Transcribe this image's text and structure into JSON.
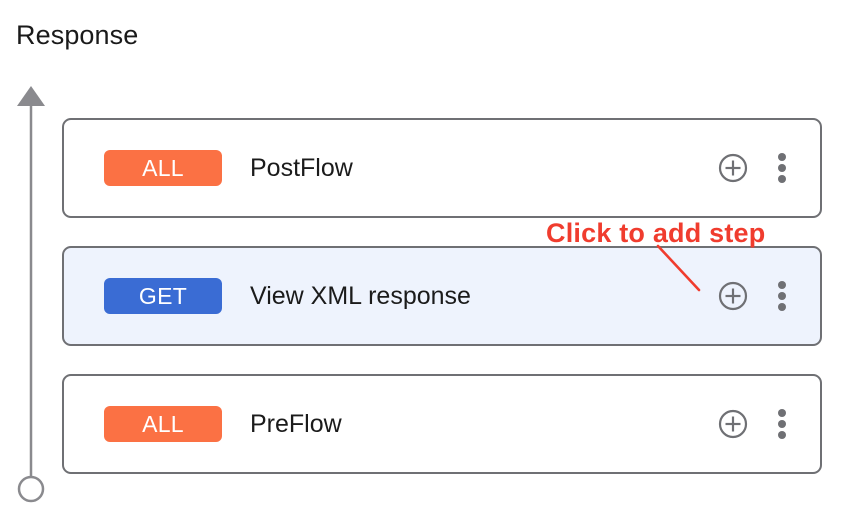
{
  "page": {
    "title": "Response",
    "background": "#ffffff"
  },
  "colors": {
    "badge_all": "#fb7144",
    "badge_get": "#3a6cd4",
    "card_border": "#6f7074",
    "card_selected_bg": "#eef3fd",
    "annotation_red": "#f03c2e",
    "icon_gray": "#6f7074",
    "axis_gray": "#8a8a8e"
  },
  "flow_axis": {
    "name": "flow-direction-axis",
    "arrow_direction": "up",
    "endpoint_marker": "circle"
  },
  "cards": [
    {
      "badge": "ALL",
      "badge_type": "all",
      "label": "PostFlow",
      "selected": false,
      "add_icon": "plus-circle-icon",
      "menu_icon": "kebab-menu-icon"
    },
    {
      "badge": "GET",
      "badge_type": "get",
      "label": "View XML response",
      "selected": true,
      "add_icon": "plus-circle-icon",
      "menu_icon": "kebab-menu-icon"
    },
    {
      "badge": "ALL",
      "badge_type": "all",
      "label": "PreFlow",
      "selected": false,
      "add_icon": "plus-circle-icon",
      "menu_icon": "kebab-menu-icon"
    }
  ],
  "annotation": {
    "text": "Click to add step",
    "target": "add-step-icon-of-selected-card",
    "pointer": "diagonal-line"
  }
}
